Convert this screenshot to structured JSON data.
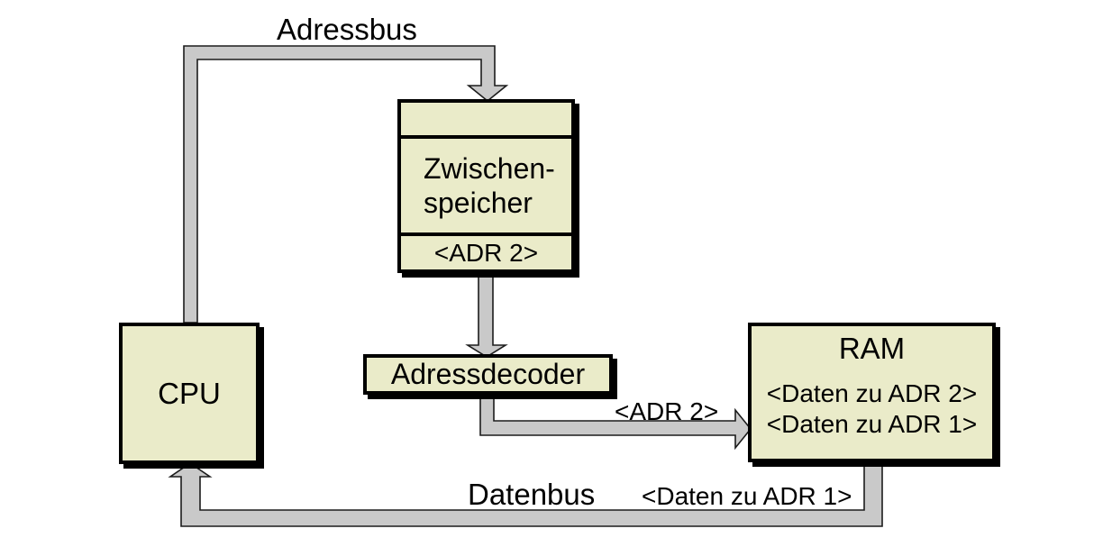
{
  "colors": {
    "background": "#ffffff",
    "box_fill": "#eaebc9",
    "box_border": "#000000",
    "box_shadow": "#000000",
    "bus_fill": "#c9c9c9",
    "bus_stroke": "#1c1c1c",
    "text": "#000000"
  },
  "labels": {
    "adressbus": "Adressbus",
    "datenbus": "Datenbus",
    "adr2_to_ram": "<ADR 2>",
    "daten_zu_adr1_bus": "<Daten zu ADR 1>"
  },
  "boxes": {
    "cpu": {
      "label": "CPU"
    },
    "zwischenspeicher": {
      "name_line1": "Zwischen-",
      "name_line2": "speicher",
      "slot": "<ADR 2>"
    },
    "adressdecoder": {
      "label": "Adressdecoder"
    },
    "ram": {
      "title": "RAM",
      "entry1": "<Daten zu ADR 2>",
      "entry2": "<Daten zu ADR 1>"
    }
  }
}
